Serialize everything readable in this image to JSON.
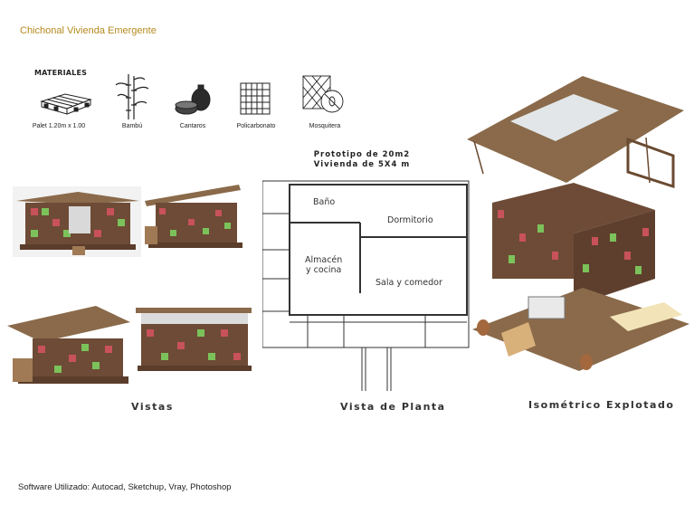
{
  "title": "Chichonal Vivienda Emergente",
  "materials": {
    "heading": "MATERIALES",
    "items": [
      {
        "label": "Palet 1.20m x 1.00",
        "icon": "pallet-icon"
      },
      {
        "label": "Bambú",
        "icon": "bamboo-icon"
      },
      {
        "label": "Cantaros",
        "icon": "jug-icon"
      },
      {
        "label": "Policarbonato",
        "icon": "polycarbonate-icon"
      },
      {
        "label": "Mosquitera",
        "icon": "mosquito-net-icon"
      }
    ]
  },
  "plan": {
    "prototype_line1": "Prototipo de 20m2",
    "prototype_line2": "Vivienda de 5X4 m",
    "rooms": {
      "bath": "Baño",
      "bedroom": "Dormitorio",
      "storage_line1": "Almacén",
      "storage_line2": "y cocina",
      "living": "Sala y comedor"
    }
  },
  "captions": {
    "views": "Vistas",
    "plan": "Vista de Planta",
    "exploded": "Isométrico Explotado"
  },
  "footer": "Software Utilizado: Autocad, Sketchup, Vray, Photoshop",
  "colors": {
    "title": "#b58a1e",
    "wood": "#7a5a3c",
    "red_panel": "#c8525a",
    "green_panel": "#7cc25a"
  }
}
